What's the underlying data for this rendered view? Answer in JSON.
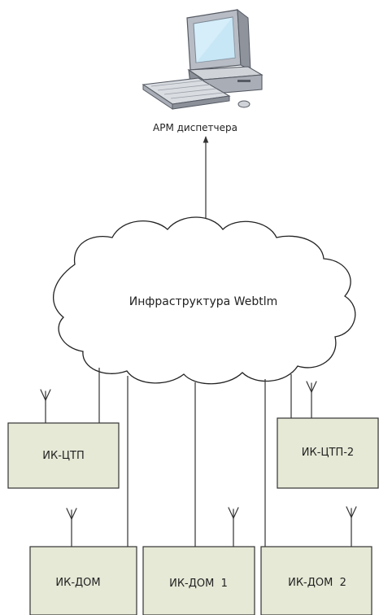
{
  "workstation": {
    "label": "АРМ диспетчера",
    "icon": "desktop-computer-icon"
  },
  "cloud": {
    "label": "Инфраструктура Webtlm"
  },
  "nodes": [
    {
      "id": "ik-ctp",
      "label": "ИК-ЦТП"
    },
    {
      "id": "ik-ctp-2",
      "label": "ИК-ЦТП-2"
    },
    {
      "id": "ik-dom",
      "label": "ИК-ДОМ"
    },
    {
      "id": "ik-dom-1",
      "label": "ИК-ДОМ  1"
    },
    {
      "id": "ik-dom-2",
      "label": "ИК-ДОМ  2"
    }
  ],
  "colors": {
    "box_fill": "#e6e9d6",
    "stroke": "#333333",
    "text": "#222222",
    "background": "#ffffff"
  }
}
